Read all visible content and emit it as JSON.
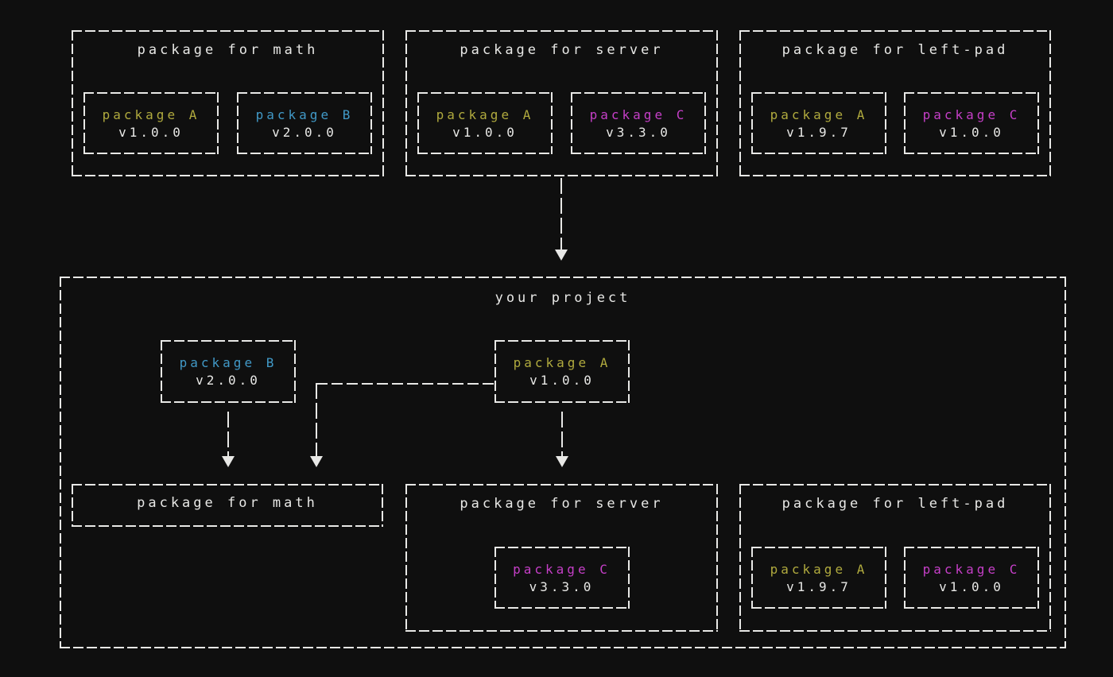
{
  "colors": {
    "background": "#0f0f0f",
    "line": "#e8e8e6",
    "package_a": "#b0aa3e",
    "package_b": "#4199c7",
    "package_c": "#c53fc7"
  },
  "registry_boxes": [
    {
      "title": "package for math",
      "packages": [
        {
          "name": "package A",
          "version": "v1.0.0"
        },
        {
          "name": "package B",
          "version": "v2.0.0"
        }
      ]
    },
    {
      "title": "package for server",
      "packages": [
        {
          "name": "package A",
          "version": "v1.0.0"
        },
        {
          "name": "package C",
          "version": "v3.3.0"
        }
      ]
    },
    {
      "title": "package for left-pad",
      "packages": [
        {
          "name": "package A",
          "version": "v1.9.7"
        },
        {
          "name": "package C",
          "version": "v1.0.0"
        }
      ]
    }
  ],
  "project": {
    "title": "your project",
    "dependencies": [
      {
        "name": "package B",
        "version": "v2.0.0"
      },
      {
        "name": "package A",
        "version": "v1.0.0"
      }
    ],
    "installed_boxes": [
      {
        "title": "package for math",
        "packages": []
      },
      {
        "title": "package for server",
        "packages": [
          {
            "name": "package C",
            "version": "v3.3.0"
          }
        ]
      },
      {
        "title": "package for left-pad",
        "packages": [
          {
            "name": "package A",
            "version": "v1.9.7"
          },
          {
            "name": "package C",
            "version": "v1.0.0"
          }
        ]
      }
    ]
  },
  "connections": [
    {
      "from": "package for server (registry)",
      "to": "your project"
    },
    {
      "from": "package B v2.0.0",
      "to": "package for math"
    },
    {
      "from": "package A v1.0.0",
      "to": "package for math"
    },
    {
      "from": "package A v1.0.0",
      "to": "package for server"
    }
  ]
}
